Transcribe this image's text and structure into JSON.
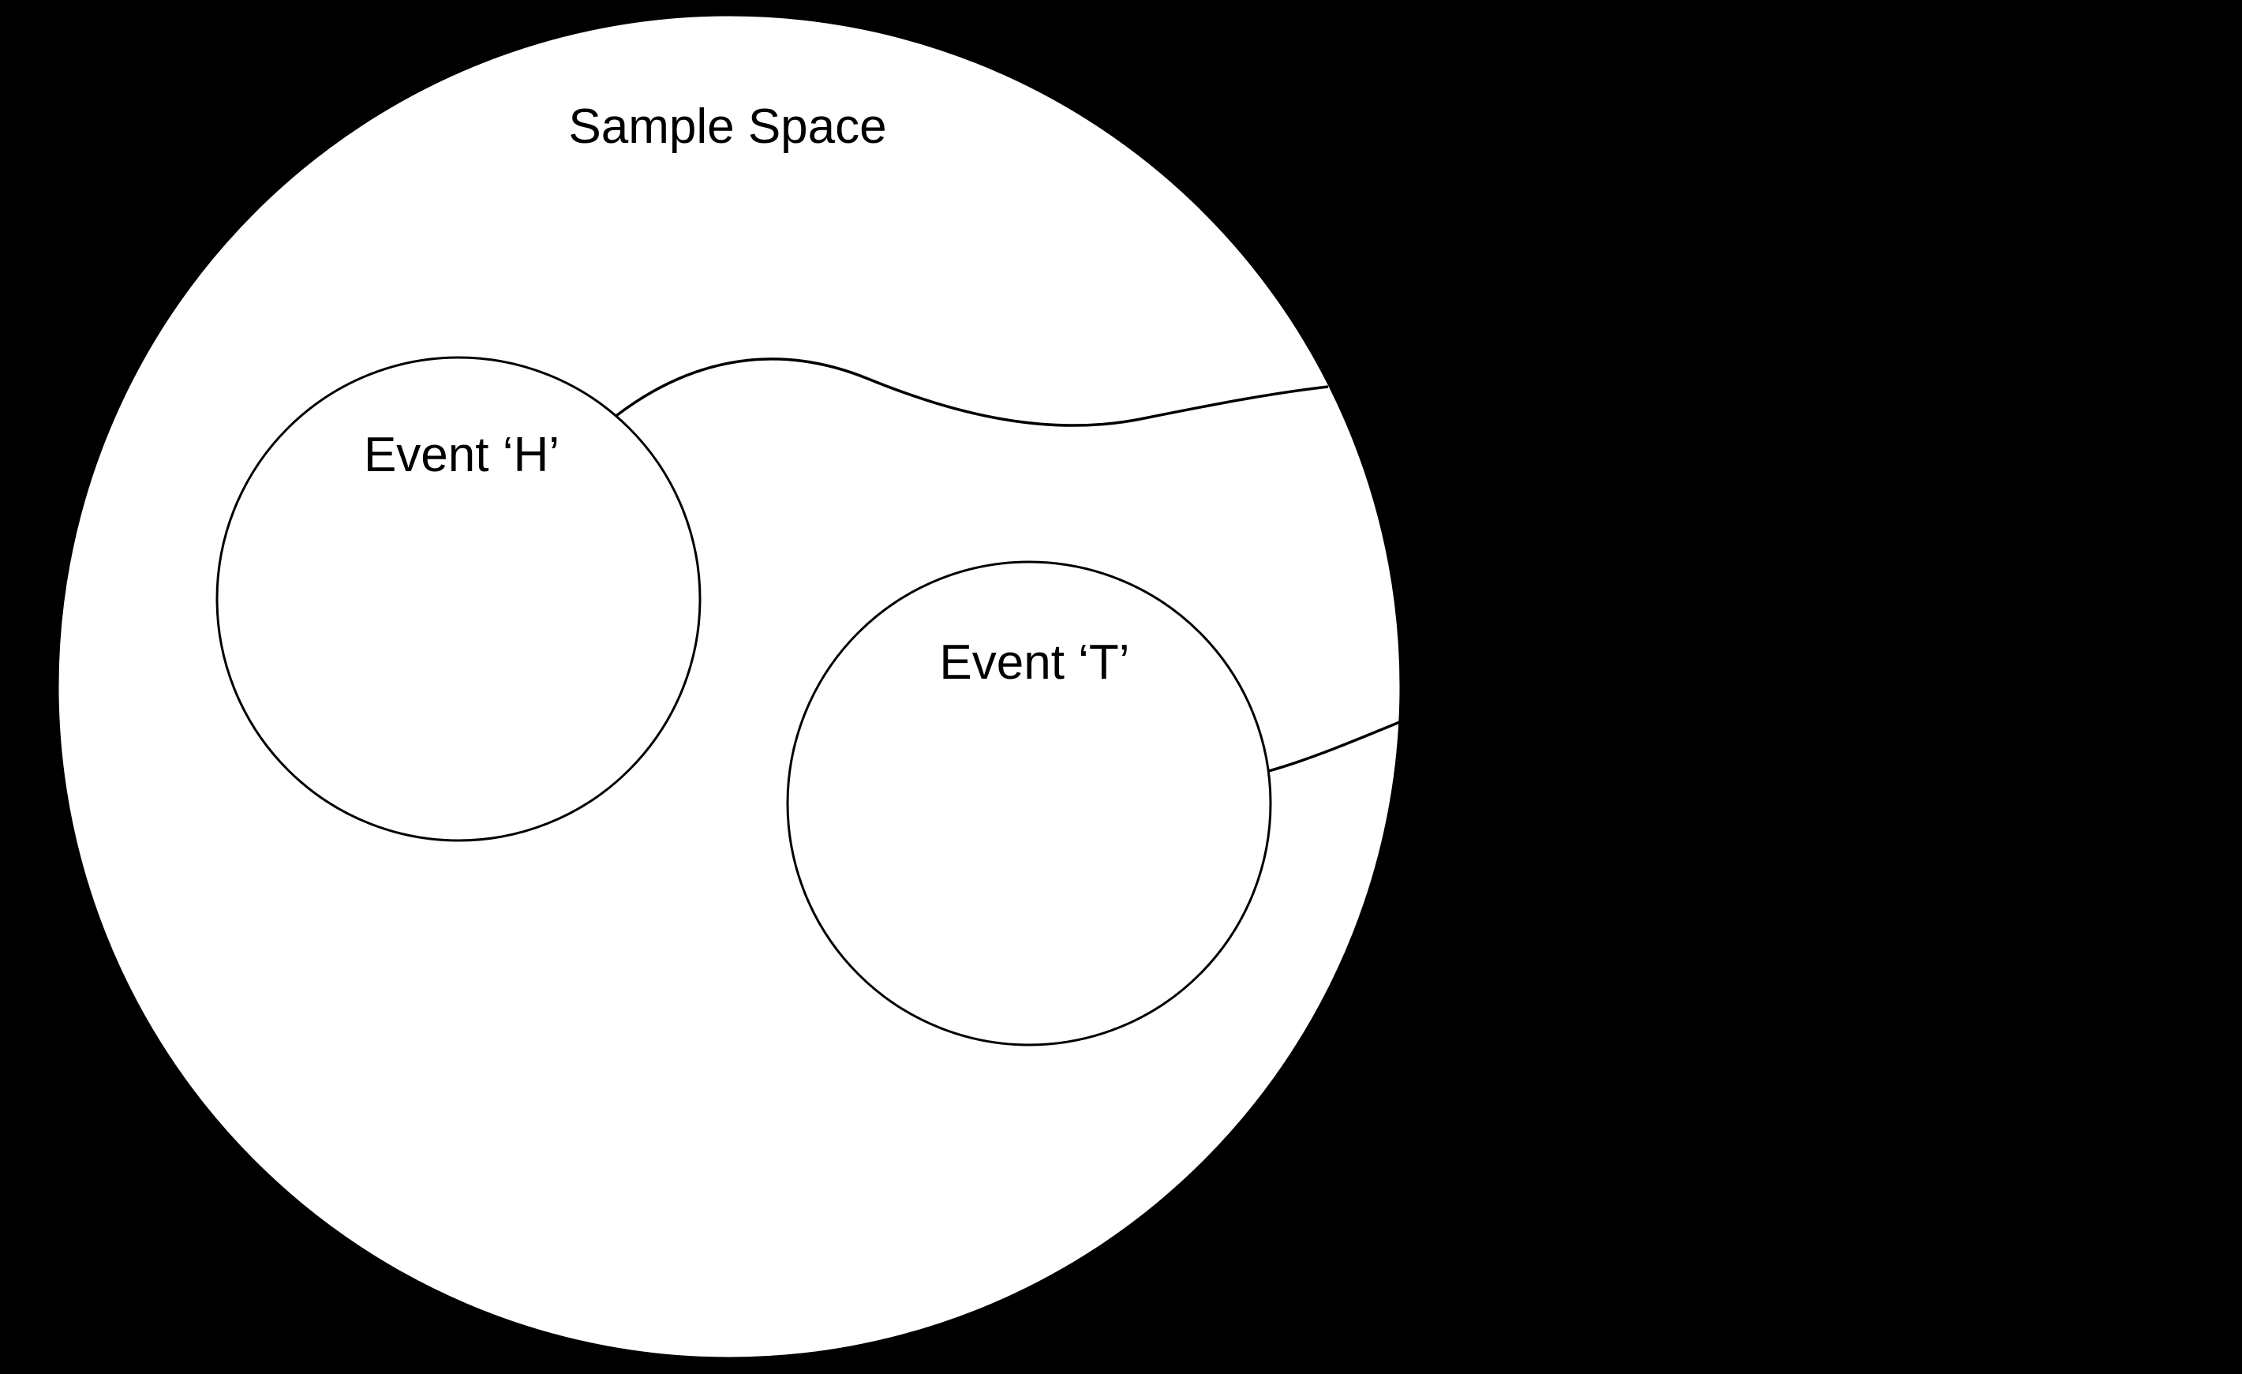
{
  "diagram": {
    "title": "Sample Space",
    "events": [
      {
        "label": "Event ‘H’"
      },
      {
        "label": "Event ‘T’"
      }
    ],
    "colors": {
      "background": "#000000",
      "shape_fill": "#ffffff",
      "outline": "#000000"
    }
  }
}
